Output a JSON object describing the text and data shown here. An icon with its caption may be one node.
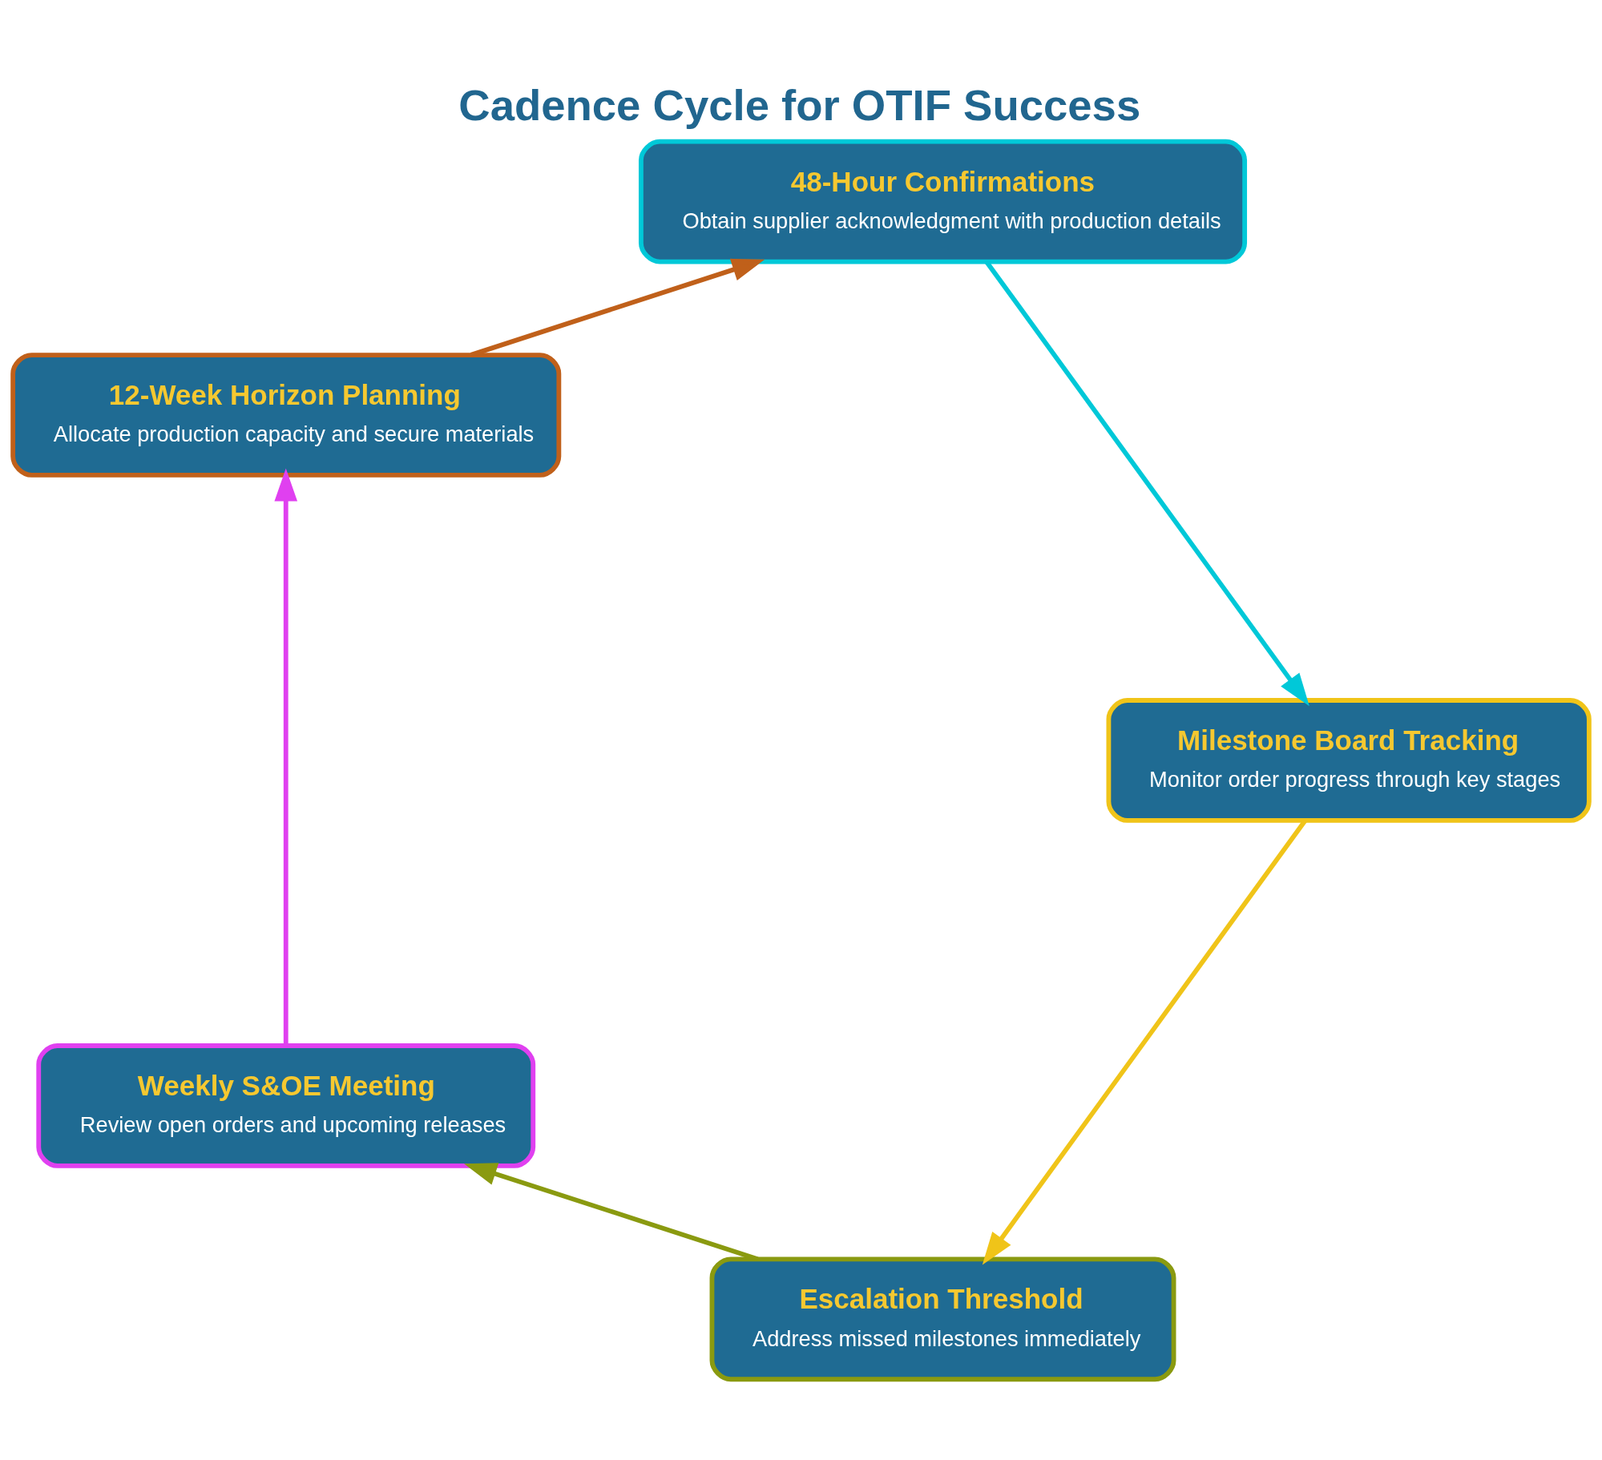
{
  "diagram": {
    "title": "Cadence Cycle for OTIF Success",
    "nodes": [
      {
        "text": [
          "Escalation Threshold",
          "Address missed milestones immediately"
        ]
      },
      {
        "text": [
          "Weekly S&OE Meeting",
          "Review open orders and upcoming releases"
        ]
      },
      {
        "text": [
          "Milestone Board Tracking",
          "Monitor order progress through key stages"
        ]
      },
      {
        "text": [
          "12-Week Horizon Planning",
          "Allocate production capacity and secure materials"
        ]
      },
      {
        "text": [
          "48-Hour Confirmations",
          "Obtain supplier acknowledgment with production details"
        ]
      }
    ],
    "edges": [
      {
        "from": 1,
        "to": 3,
        "arrow": "to",
        "color": "#e040f0"
      },
      {
        "from": 3,
        "to": 4,
        "arrow": "to",
        "color": "#c0601a"
      },
      {
        "from": 4,
        "to": 2,
        "arrow": "to",
        "color": "#00c8d8"
      },
      {
        "from": 2,
        "to": 0,
        "arrow": "to",
        "color": "#f0c419"
      },
      {
        "from": 0,
        "to": 1,
        "arrow": "to",
        "color": "#8a9a10"
      }
    ]
  }
}
